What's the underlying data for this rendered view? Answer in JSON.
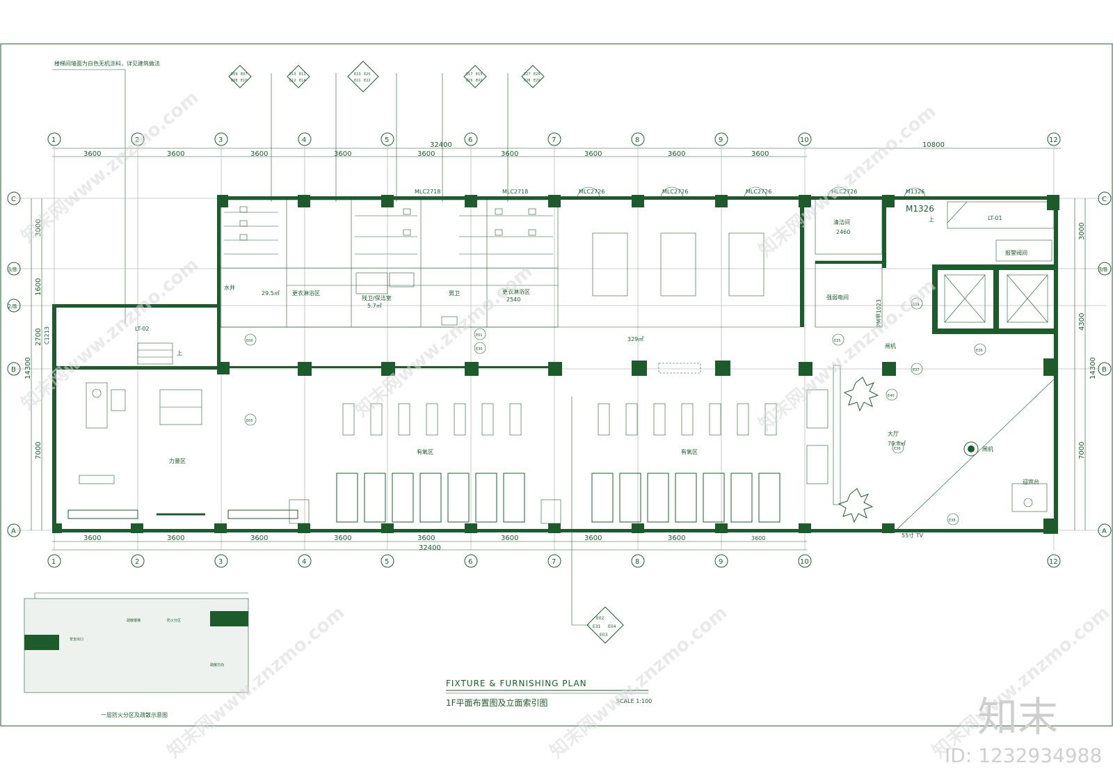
{
  "drawing": {
    "title_en": "FIXTURE & FURNISHING PLAN",
    "title_cn": "1F平面布置图及立面索引图",
    "scale": "SCALE 1:100",
    "note_top": "楼梯间墙面为白色无机涂料，详见建筑做法",
    "legend_caption": "一层防火分区及疏散示意图"
  },
  "grid": {
    "columns": [
      "1",
      "2",
      "3",
      "4",
      "5",
      "6",
      "7",
      "8",
      "9",
      "10",
      "12"
    ],
    "rows": [
      "C",
      "3/B",
      "2/B",
      "B",
      "A"
    ],
    "top_total": "32400",
    "top_right_total": "10800",
    "bottom_total": "32400",
    "bay": "3600",
    "bay_small": "3600",
    "left_dims": [
      "3000",
      "1600",
      "2700",
      "7000"
    ],
    "left_total": "14300",
    "right_dims": [
      "3000",
      "4300",
      "7000"
    ],
    "right_total": "14300",
    "left_small": "C1213"
  },
  "rooms": {
    "strength": "力量区",
    "cardio_left": "有氧区",
    "cardio_right": "有氧区",
    "hall_area": "329㎡",
    "lobby": "大厅",
    "lobby_area": "78.8㎡",
    "reception": "迎宾台",
    "elec": "强弱电间",
    "cleaning": "清洁间",
    "cleaning_dim": "2460",
    "alarm": "报警阀间",
    "water": "水井",
    "water_area": "29.5㎡",
    "accessible": "残卫/保洁室",
    "accessible_area": "5.7㎡",
    "male_wc": "男卫",
    "female_shower": "更衣淋浴区",
    "male_shower": "更衣淋浴区",
    "male_shower_dim": "2540",
    "lt01": "LT-01",
    "lt02": "LT-02",
    "up1": "上",
    "up2": "上",
    "door_main": "M1326",
    "gate1": "闸机",
    "gate2": "闸机",
    "tv": "55寸 TV",
    "pm": "PM甲1023"
  },
  "windows": [
    "MLC2718",
    "MLC2718",
    "MLC2726",
    "MLC2726",
    "MLC2726",
    "MLC2726",
    "M1326"
  ],
  "index_top": [
    {
      "codes": [
        "E09",
        "E07",
        "E08",
        "E10"
      ]
    },
    {
      "codes": [
        "E13",
        "E11",
        "E12",
        "E14"
      ]
    },
    {
      "codes": [
        "E23",
        "E20",
        "E21",
        "E22"
      ]
    },
    {
      "codes": [
        "E17",
        "E15",
        "E16",
        "E02"
      ]
    },
    {
      "codes": [
        "E27",
        "E25",
        "E26",
        "E29"
      ]
    }
  ],
  "index_bottom": {
    "codes": [
      "E02",
      "E31",
      "E04",
      "E03"
    ]
  },
  "tags": [
    "E06",
    "E05",
    "E01",
    "E30",
    "E35",
    "E36",
    "E37",
    "E40",
    "E38",
    "E39",
    "E36"
  ],
  "legend_notes": [
    "疏散楼梯",
    "防火分区",
    "安全出口",
    "疏散方向"
  ],
  "watermark": {
    "text": "知末网www.znzmo.com",
    "brand": "知末",
    "id": "ID: 1232934988"
  },
  "colors": {
    "line": "#1e5b2c",
    "watermark": "#d0d0d0"
  }
}
